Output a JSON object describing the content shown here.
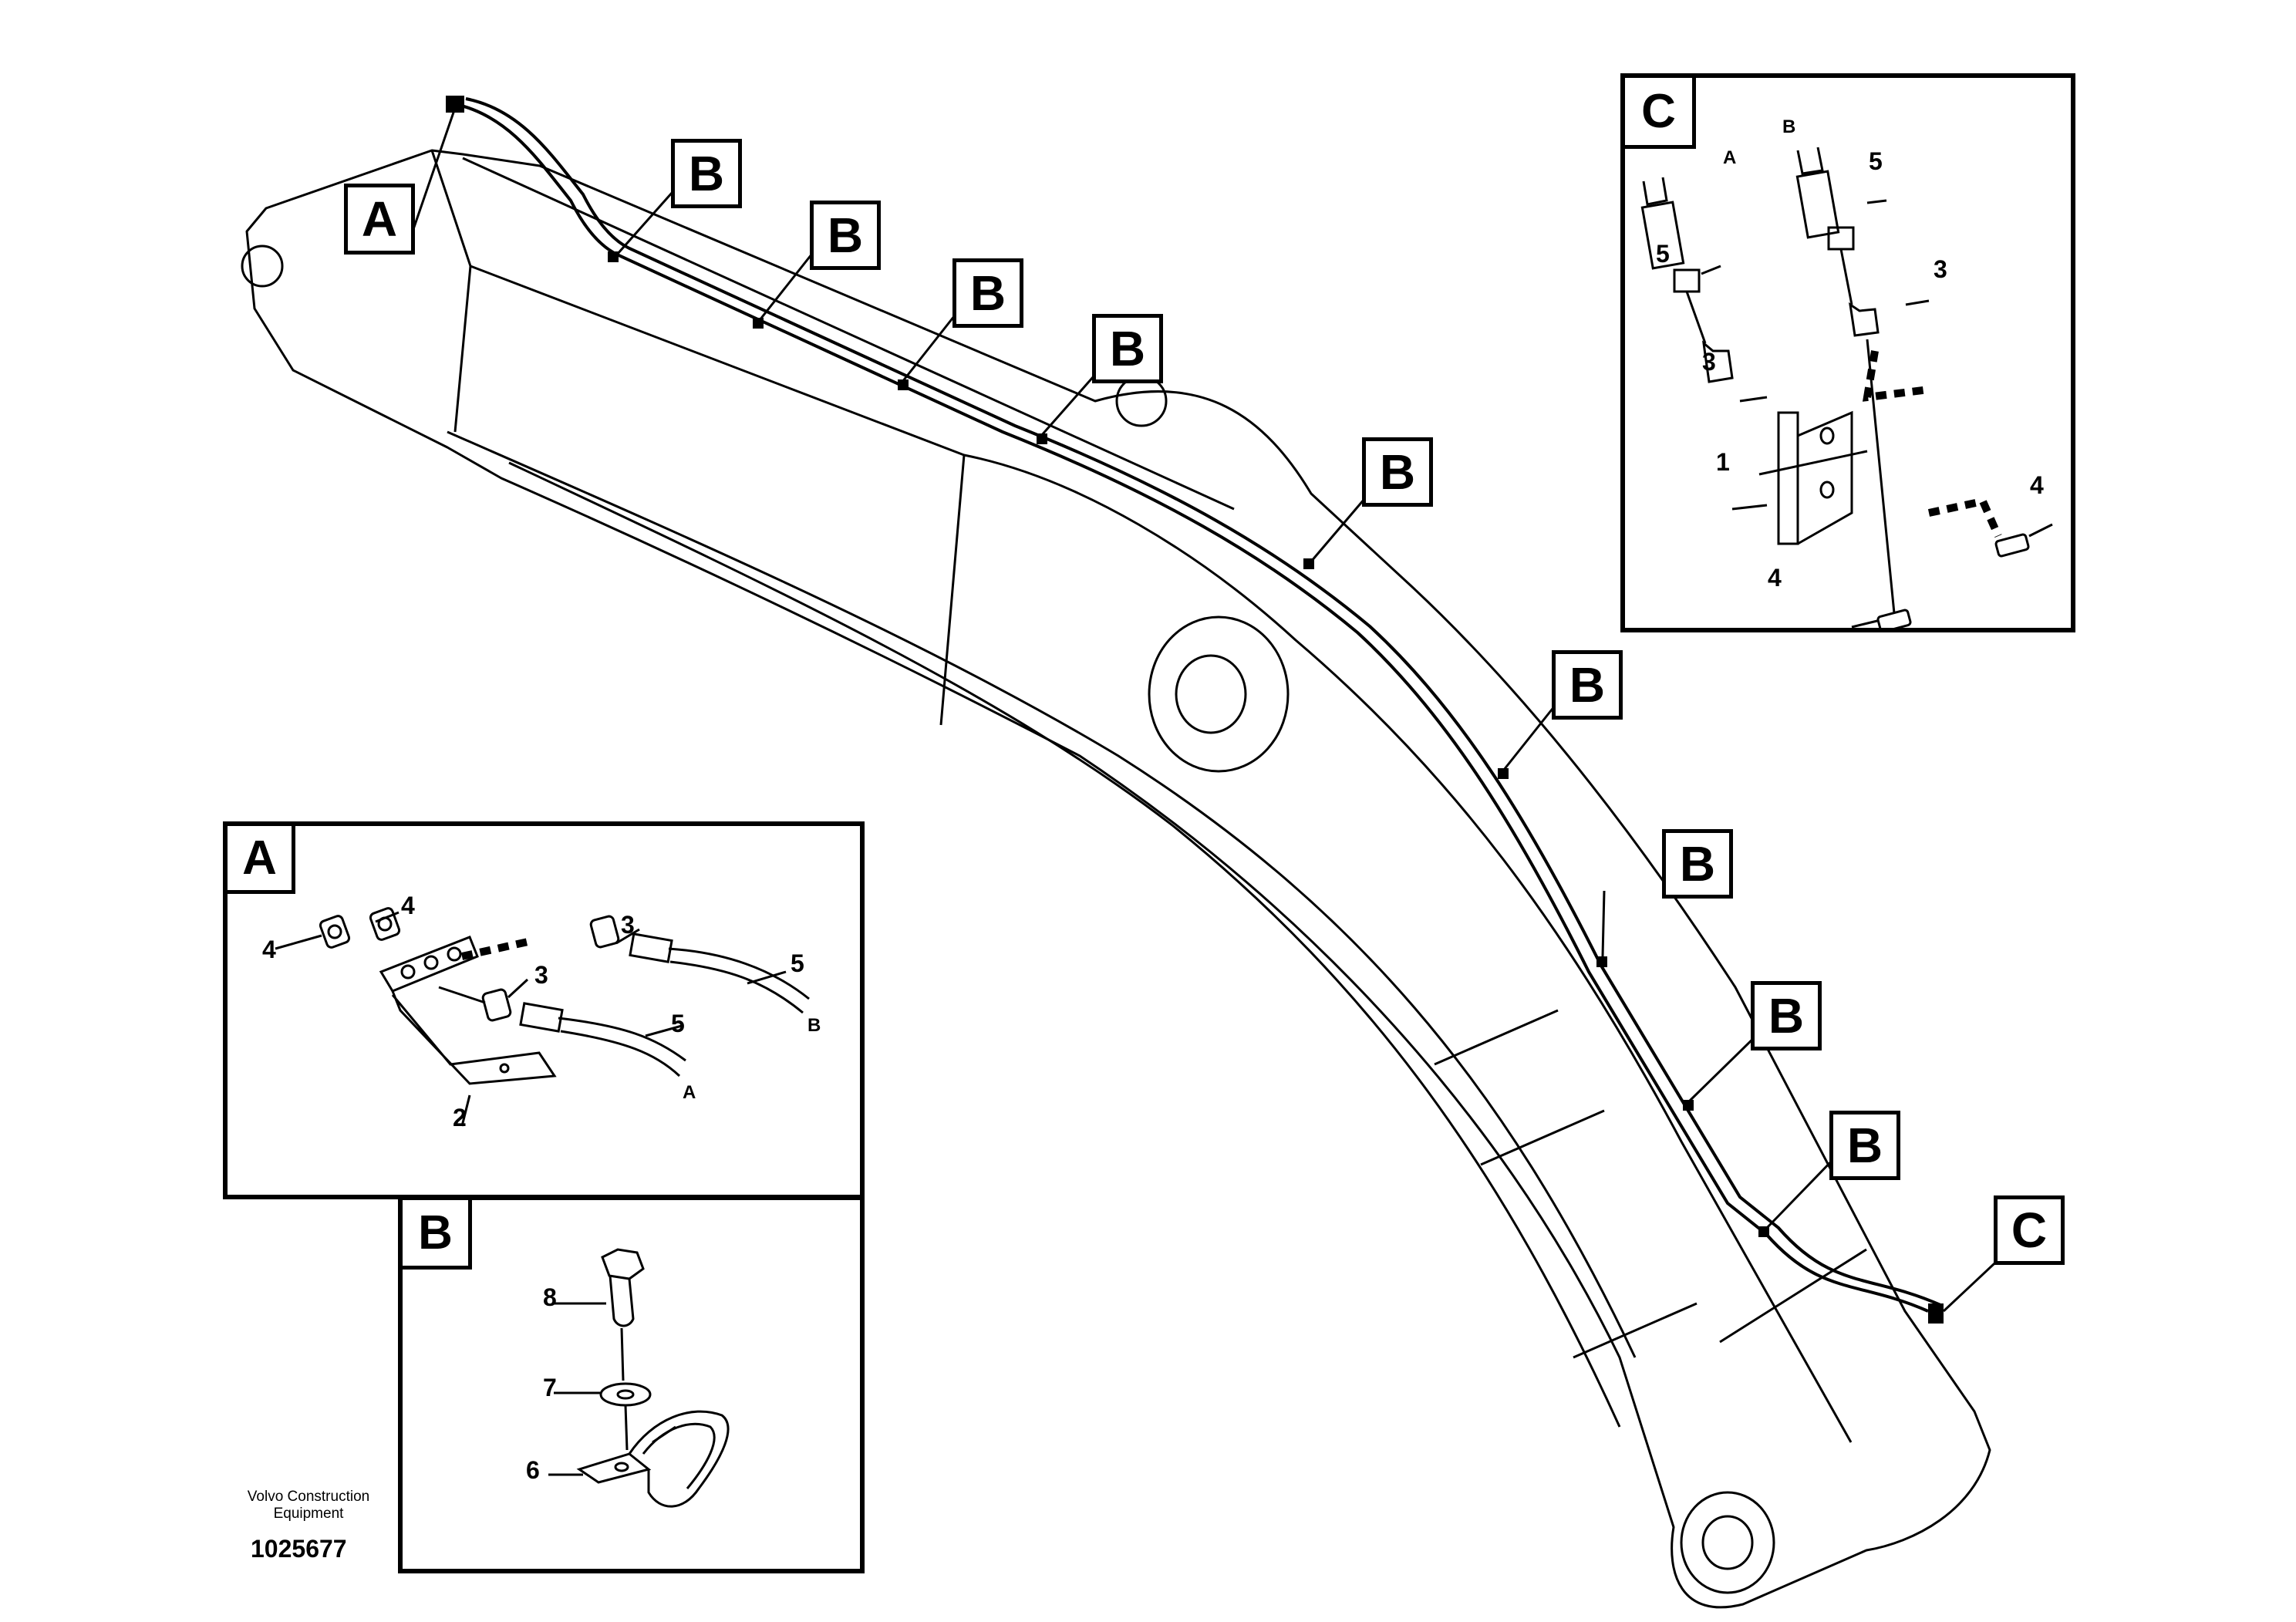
{
  "main_view": {
    "callout_A": "A",
    "callouts_B": [
      "B",
      "B",
      "B",
      "B",
      "B",
      "B",
      "B",
      "B",
      "B"
    ],
    "callout_C": "C"
  },
  "detail_A": {
    "letter": "A",
    "part_labels": [
      "4",
      "4",
      "3",
      "3",
      "5",
      "5",
      "2"
    ],
    "end_labels": [
      "B",
      "A"
    ]
  },
  "detail_B": {
    "letter": "B",
    "part_labels": [
      "8",
      "7",
      "6"
    ]
  },
  "detail_C": {
    "letter": "C",
    "end_labels": [
      "A",
      "B"
    ],
    "part_labels": [
      "5",
      "5",
      "3",
      "3",
      "1",
      "4",
      "4"
    ]
  },
  "footer": {
    "company_line1": "Volvo Construction",
    "company_line2": "Equipment",
    "document_number": "1025677"
  }
}
